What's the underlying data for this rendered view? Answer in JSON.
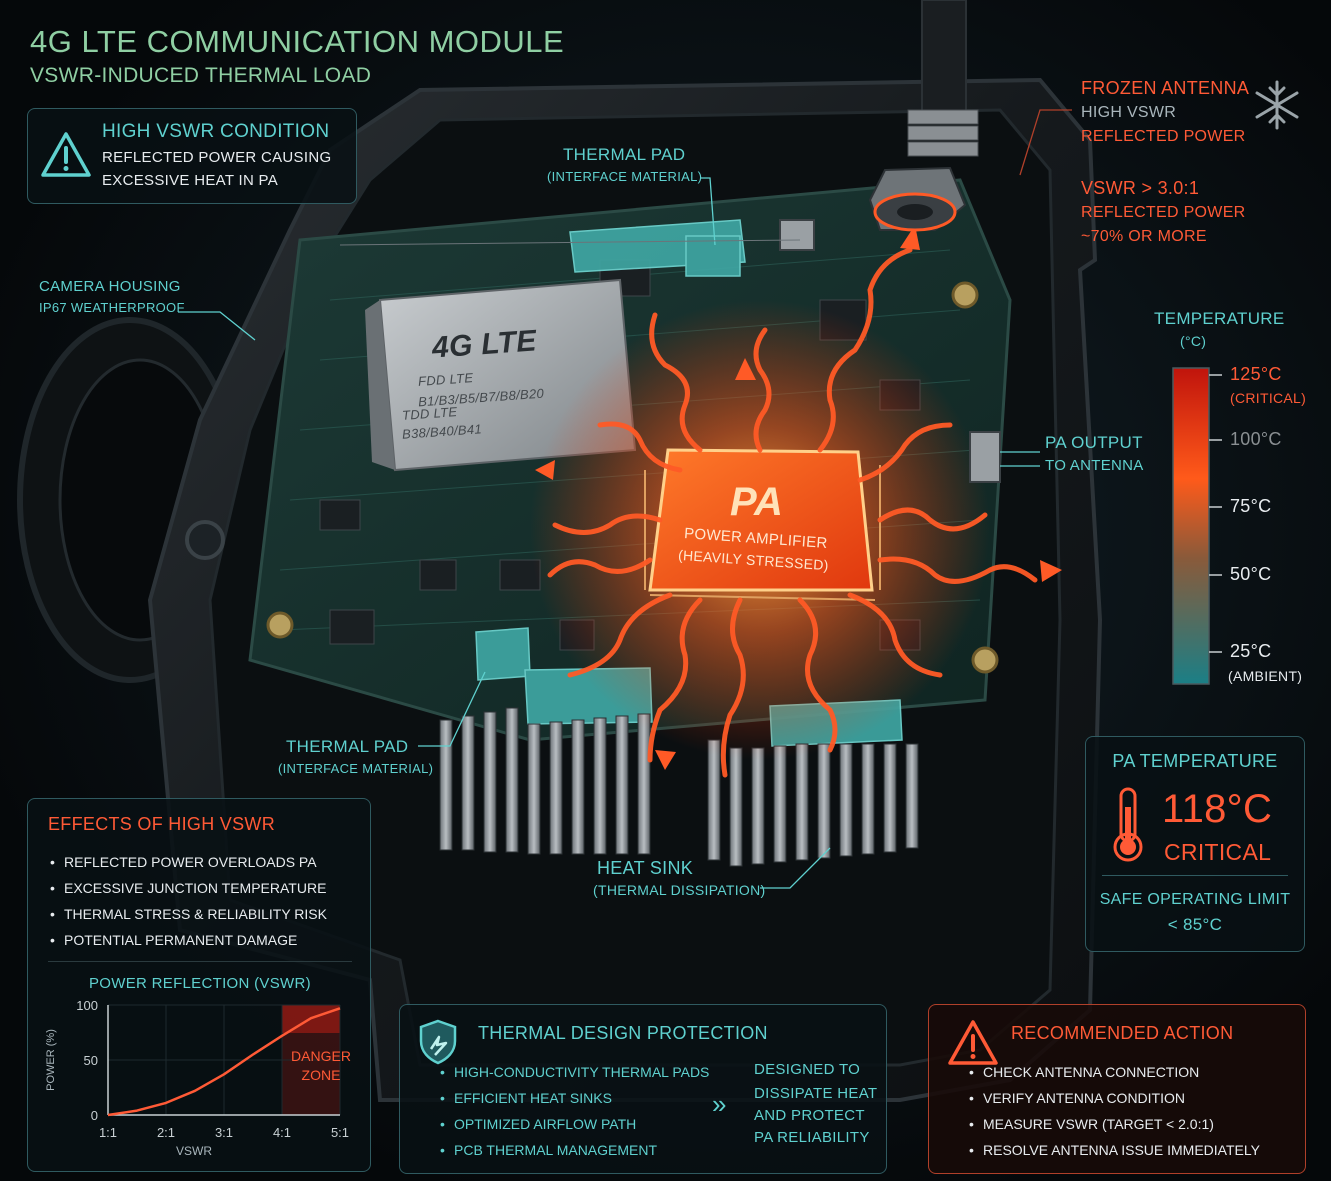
{
  "title": {
    "main": "4G LTE COMMUNICATION MODULE",
    "sub": "VSWR-INDUCED THERMAL LOAD"
  },
  "alert": {
    "heading": "HIGH VSWR CONDITION",
    "line1": "REFLECTED POWER CAUSING",
    "line2": "EXCESSIVE HEAT IN PA"
  },
  "labels": {
    "thermal_pad_top": "THERMAL PAD",
    "thermal_pad_top_sub": "(INTERFACE MATERIAL)",
    "camera_housing": "CAMERA HOUSING",
    "camera_housing_sub": "IP67 WEATHERPROOF",
    "chip_title": "4G LTE",
    "chip_l1": "FDD LTE",
    "chip_l2": "B1/B3/B5/B7/B8/B20",
    "chip_l3": "TDD LTE",
    "chip_l4": "B38/B40/B41",
    "pa_title": "PA",
    "pa_l1": "POWER AMPLIFIER",
    "pa_l2": "(HEAVILY STRESSED)",
    "pa_output": "PA OUTPUT",
    "pa_output_sub": "TO ANTENNA",
    "thermal_pad_bottom": "THERMAL PAD",
    "thermal_pad_bottom_sub": "(INTERFACE MATERIAL)",
    "heat_sink": "HEAT SINK",
    "heat_sink_sub": "(THERMAL DISSIPATION)"
  },
  "antenna": {
    "heading": "FROZEN ANTENNA",
    "l1": "HIGH VSWR",
    "l2": "REFLECTED POWER",
    "vswr": "VSWR > 3.0:1",
    "l3": "REFLECTED POWER",
    "l4": "~70% OR MORE"
  },
  "temperature_scale": {
    "title": "TEMPERATURE",
    "unit": "(°C)",
    "ticks": [
      {
        "value": "125°C",
        "note": "(CRITICAL)",
        "color": "#ff5a36"
      },
      {
        "value": "100°C",
        "note": "",
        "color": "#8a8f92"
      },
      {
        "value": "75°C",
        "note": "",
        "color": "#e8ecef"
      },
      {
        "value": "50°C",
        "note": "",
        "color": "#e8ecef"
      },
      {
        "value": "25°C",
        "note": "(AMBIENT)",
        "color": "#e8ecef"
      }
    ]
  },
  "pa_temp": {
    "heading": "PA TEMPERATURE",
    "value": "118°C",
    "status": "CRITICAL",
    "limit_label": "SAFE OPERATING LIMIT",
    "limit_value": "< 85°C"
  },
  "effects": {
    "heading": "EFFECTS OF HIGH VSWR",
    "items": [
      "REFLECTED POWER OVERLOADS PA",
      "EXCESSIVE JUNCTION TEMPERATURE",
      "THERMAL STRESS & RELIABILITY RISK",
      "POTENTIAL PERMANENT DAMAGE"
    ]
  },
  "chart_data": {
    "type": "line",
    "title": "POWER REFLECTION (VSWR)",
    "xlabel": "VSWR",
    "ylabel": "POWER (%)",
    "x": [
      1,
      1.5,
      2,
      2.5,
      3,
      3.5,
      4,
      4.5,
      5
    ],
    "x_ticks": [
      "1:1",
      "2:1",
      "3:1",
      "4:1",
      "5:1"
    ],
    "y_ticks": [
      "0",
      "50",
      "100"
    ],
    "ylim": [
      0,
      100
    ],
    "xlim": [
      1,
      5
    ],
    "series": [
      {
        "values": [
          0,
          4,
          11,
          22,
          37,
          55,
          72,
          88,
          97
        ],
        "color": "#ff5a36"
      }
    ],
    "danger_zone": {
      "x_from": 4,
      "x_to": 5,
      "label_l1": "DANGER",
      "label_l2": "ZONE",
      "color": "#8a1a14"
    }
  },
  "thermal_design": {
    "heading": "THERMAL DESIGN PROTECTION",
    "items": [
      "HIGH-CONDUCTIVITY THERMAL PADS",
      "EFFICIENT HEAT SINKS",
      "OPTIMIZED AIRFLOW PATH",
      "PCB THERMAL MANAGEMENT"
    ],
    "note_l1": "DESIGNED TO",
    "note_l2": "DISSIPATE HEAT",
    "note_l3": "AND PROTECT",
    "note_l4": "PA RELIABILITY"
  },
  "recommended": {
    "heading": "RECOMMENDED ACTION",
    "items": [
      "CHECK ANTENNA CONNECTION",
      "VERIFY ANTENNA CONDITION",
      "MEASURE VSWR (TARGET < 2.0:1)",
      "RESOLVE ANTENNA ISSUE IMMEDIATELY"
    ]
  },
  "colors": {
    "accent_teal": "#5fd1cf",
    "accent_red": "#ff5a36",
    "title_green": "#8fcfa3",
    "background": "#070b0e"
  }
}
